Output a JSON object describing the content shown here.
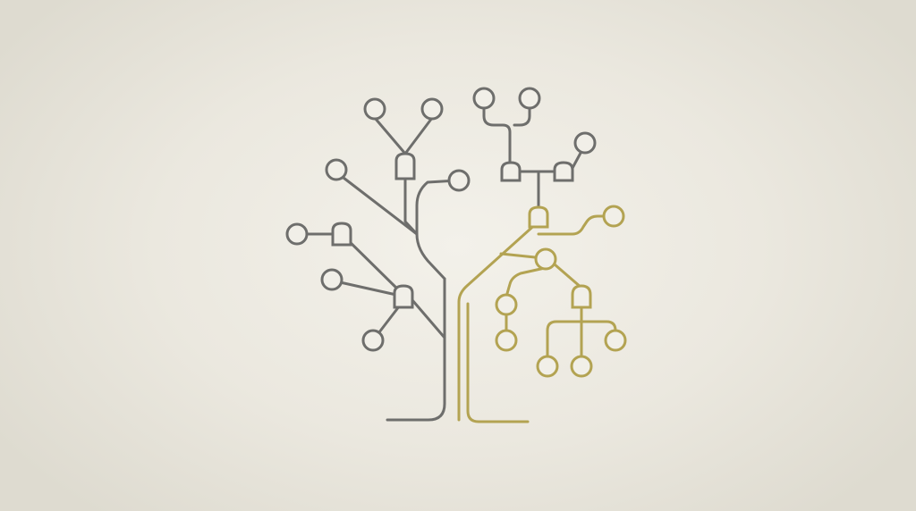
{
  "colors": {
    "background_center": "#f3f1ea",
    "background_edge": "#dedbd0",
    "gray_branch": "#6e6e6c",
    "gold_branch": "#b3a352",
    "node_fill": "#f1efe8"
  },
  "diagram": {
    "type": "tree-network-icon",
    "branches": [
      {
        "name": "gray-branch",
        "color_key": "gray_branch",
        "node_shapes": [
          "circle",
          "socket"
        ]
      },
      {
        "name": "gold-branch",
        "color_key": "gold_branch",
        "node_shapes": [
          "circle",
          "socket"
        ]
      }
    ]
  }
}
